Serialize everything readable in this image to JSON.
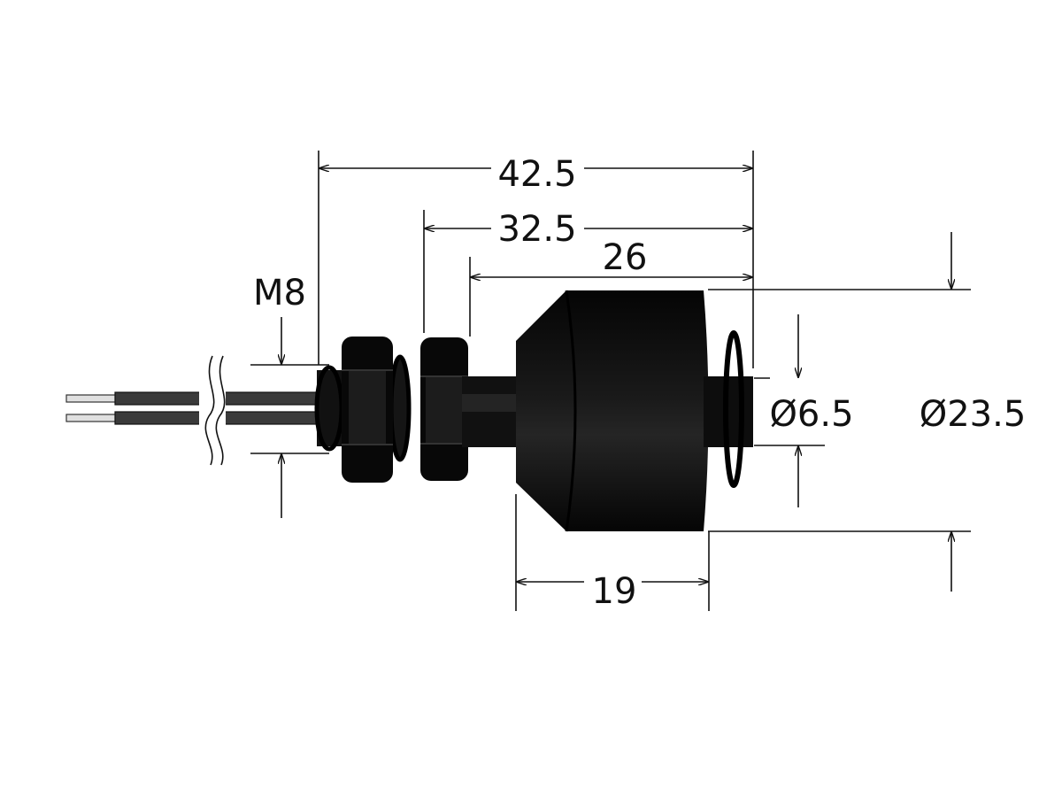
{
  "dimensions": {
    "overall_length": "42.5",
    "length_from_nut": "32.5",
    "length_from_shaft": "26",
    "float_length": "19",
    "thread": "M8",
    "shaft_diameter": "Ø6.5",
    "float_diameter": "Ø23.5"
  },
  "colors": {
    "part": "#0a0a0a",
    "line": "#111111",
    "wire_tip": "#d8d8d8",
    "wire_sheath": "#3a3a3a"
  }
}
